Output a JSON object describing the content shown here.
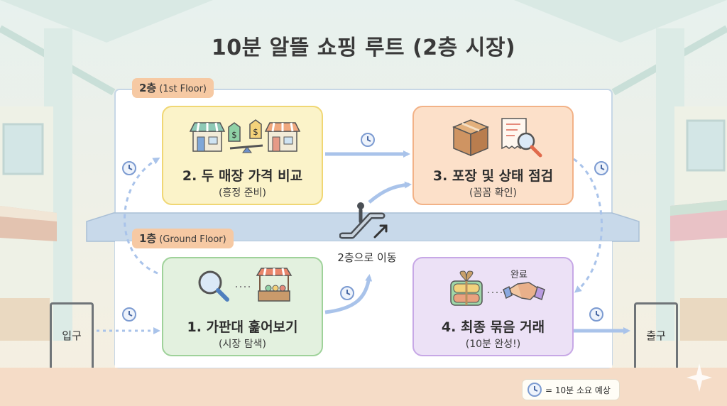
{
  "title": "10분 알뜰 쇼핑 루트 (2층 시장)",
  "floors": {
    "upper": {
      "label": "2층",
      "sub": "(1st Floor)"
    },
    "ground": {
      "label": "1층",
      "sub": "(Ground Floor)"
    }
  },
  "entrance": "입구",
  "exit": "출구",
  "escalator_label": "2층으로 이동",
  "steps": [
    {
      "title": "1. 가판대 훑어보기",
      "sub": "(시장 탐색)",
      "color": "#e3f1df",
      "border": "#9fd29a",
      "icons": [
        "magnifier-icon",
        "market-stall-icon"
      ]
    },
    {
      "title": "2. 두 매장 가격 비교",
      "sub": "(흥정 준비)",
      "color": "#fbf3c9",
      "border": "#f0d774",
      "icons": [
        "shop-icon",
        "price-tag-icon",
        "balance-scale-icon",
        "shop-icon"
      ]
    },
    {
      "title": "3. 포장 및 상태 점검",
      "sub": "(꼼꼼 확인)",
      "color": "#fce0c9",
      "border": "#f2b287",
      "icons": [
        "box-icon",
        "receipt-inspect-icon"
      ]
    },
    {
      "title": "4. 최종 묶음 거래",
      "sub": "(10분 완성!)",
      "color": "#ece1f6",
      "border": "#c7a8e6",
      "icons": [
        "gift-bundle-icon",
        "handshake-icon"
      ],
      "badge": "완료"
    }
  ],
  "legend": {
    "icon": "clock-icon",
    "text": "= 10분 소요 예상"
  },
  "colors": {
    "arrow": "#a9c3ea",
    "clock": "#7c9bd1",
    "tag": "#f6c9a3"
  }
}
